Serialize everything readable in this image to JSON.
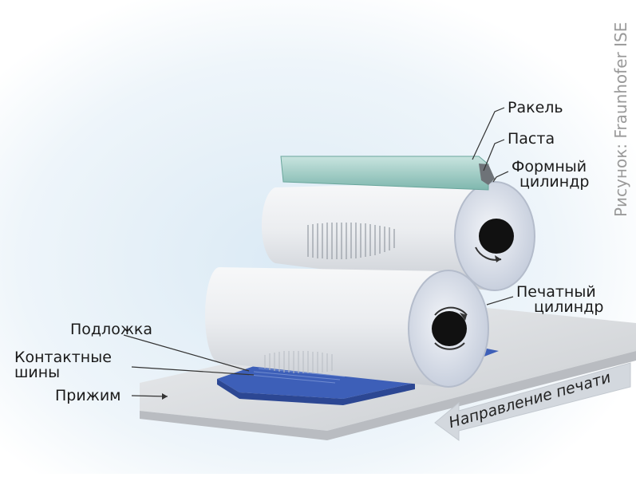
{
  "labels": {
    "rakel": "Ракель",
    "pasta": "Паста",
    "form_cyl_1": "Формный",
    "form_cyl_2": "цилиндр",
    "print_cyl_1": "Печатный",
    "print_cyl_2": "цилиндр",
    "substrate": "Подложка",
    "busbars_1": "Контактные",
    "busbars_2": "шины",
    "clamp": "Прижим",
    "direction": "Направление печати",
    "credit": "Рисунок: Fraunhofer ISE"
  },
  "colors": {
    "background_glow": "#e6f1f8",
    "cylinder_body": "#e9ebee",
    "cylinder_end": "#cdd5e3",
    "cylinder_hole": "#111111",
    "doctor_blade": "#a8d2cc",
    "substrate": "#3d5fb8",
    "platform": "#d6d9dd",
    "arrow": "#d9dde2"
  }
}
